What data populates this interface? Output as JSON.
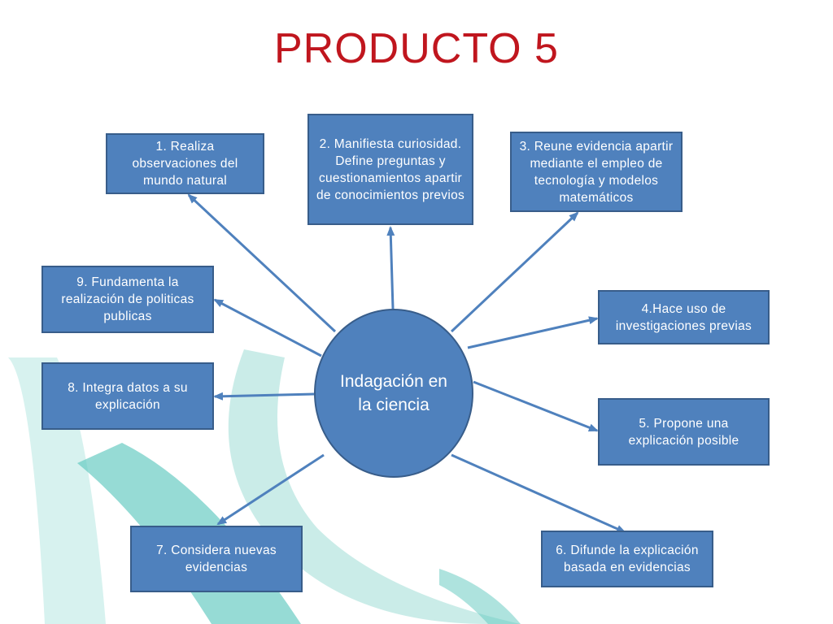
{
  "title": "PRODUCTO 5",
  "center": {
    "label": "Indagación en la ciencia"
  },
  "nodes": [
    {
      "id": "1",
      "label": "1. Realiza observaciones del mundo natural"
    },
    {
      "id": "2",
      "label": "2. Manifiesta curiosidad. Define preguntas y cuestionamientos apartir de conocimientos previos"
    },
    {
      "id": "3",
      "label": "3. Reune evidencia apartir mediante el empleo de tecnología y modelos matemáticos"
    },
    {
      "id": "4",
      "label": "4.Hace uso de investigaciones previas"
    },
    {
      "id": "5",
      "label": "5. Propone una explicación posible"
    },
    {
      "id": "6",
      "label": "6. Difunde la explicación basada en evidencias"
    },
    {
      "id": "7",
      "label": "7. Considera nuevas evidencias"
    },
    {
      "id": "8",
      "label": "8. Integra datos a su explicación"
    },
    {
      "id": "9",
      "label": "9. Fundamenta la realización de politicas publicas"
    }
  ],
  "edges": [
    {
      "from": "center",
      "to": "1"
    },
    {
      "from": "center",
      "to": "2"
    },
    {
      "from": "center",
      "to": "3"
    },
    {
      "from": "center",
      "to": "4"
    },
    {
      "from": "center",
      "to": "5"
    },
    {
      "from": "center",
      "to": "6"
    },
    {
      "from": "center",
      "to": "7"
    },
    {
      "from": "center",
      "to": "8"
    },
    {
      "from": "center",
      "to": "9"
    }
  ],
  "colors": {
    "title": "#c0161e",
    "box_fill": "#4f81bd",
    "box_border": "#385d8a",
    "arrow": "#4f81bd",
    "watermark": "#6fcfc6"
  }
}
